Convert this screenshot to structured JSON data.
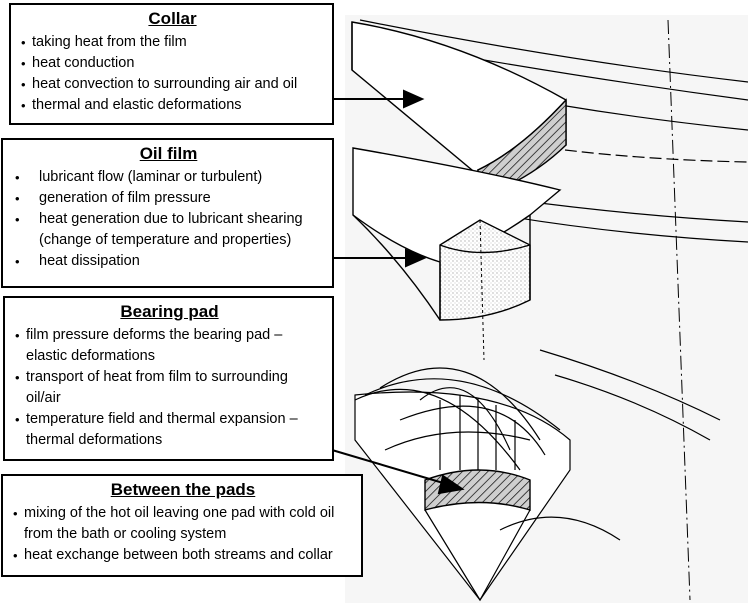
{
  "boxes": [
    {
      "title": "Collar",
      "items": [
        "taking heat from the film",
        "heat conduction",
        "heat convection to surrounding air and oil",
        "thermal and elastic deformations"
      ]
    },
    {
      "title": "Oil film",
      "items": [
        "lubricant flow (laminar or turbulent)",
        "generation of film pressure",
        "heat generation due to lubricant shearing (change of temperature and properties)",
        "heat dissipation"
      ]
    },
    {
      "title": "Bearing pad",
      "items": [
        "film pressure deforms the bearing pad – elastic deformations",
        "transport of heat from film to surrounding oil/air",
        "temperature field and thermal expansion – thermal deformations"
      ]
    },
    {
      "title": "Between the pads",
      "items": [
        "mixing of the hot oil leaving one pad with cold oil from the bath or cooling system",
        "heat exchange between both streams and collar"
      ]
    }
  ]
}
